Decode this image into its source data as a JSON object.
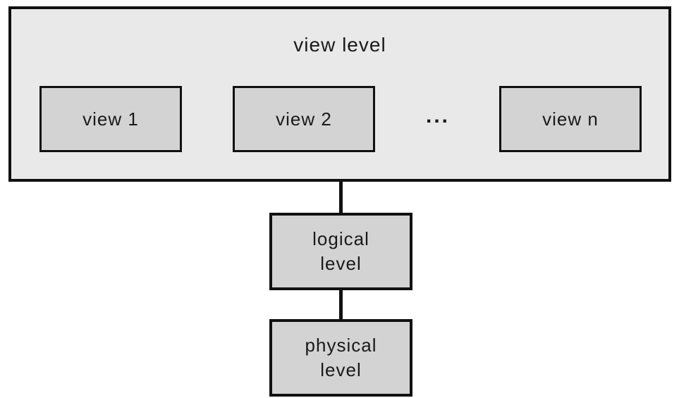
{
  "diagram": {
    "view_level": {
      "title": "view level",
      "boxes": [
        {
          "label": "view 1"
        },
        {
          "label": "view 2"
        },
        {
          "label": "view n"
        }
      ],
      "ellipsis": "..."
    },
    "logical_level": {
      "label_lines": [
        "logical",
        "level"
      ]
    },
    "physical_level": {
      "label_lines": [
        "physical",
        "level"
      ]
    },
    "colors": {
      "background": "#ffffff",
      "outer_fill": "#e9e9e9",
      "box_fill": "#d3d3d3",
      "border": "#111111",
      "text": "#1a1a1a"
    }
  }
}
